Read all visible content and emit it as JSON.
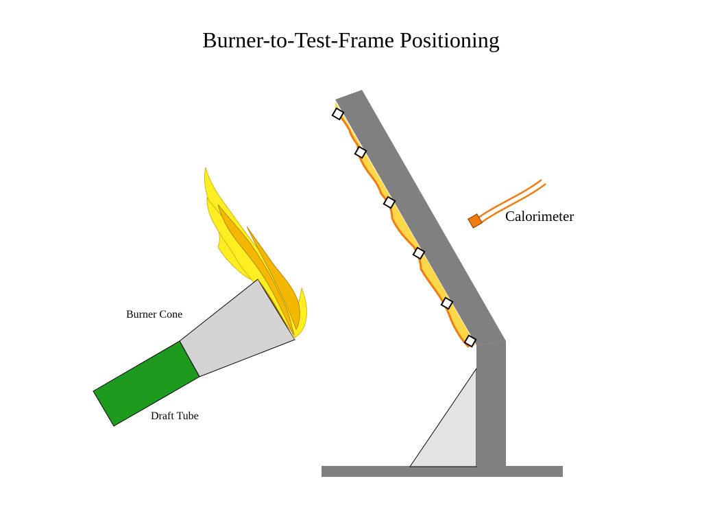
{
  "slide": {
    "title": "Burner-to-Test-Frame Positioning"
  },
  "labels": {
    "burner_cone": "Burner Cone",
    "draft_tube": "Draft Tube",
    "calorimeter": "Calorimeter"
  },
  "colors": {
    "frame": "#808080",
    "support_gusset": "#e3e3e3",
    "burner_cone": "#d3d3d3",
    "draft_tube": "#1e9a1e",
    "flame_outer": "#ffee22",
    "flame_inner": "#f5b800",
    "specimen_fill": "#ffd84a",
    "specimen_edge": "#f07c10",
    "calorimeter": "#f07c10",
    "clip_fill": "#ffffff",
    "clip_stroke": "#000000"
  },
  "icons": {
    "flame": "flame-icon",
    "calorimeter": "calorimeter-sensor-icon",
    "clip": "specimen-clip-icon"
  }
}
